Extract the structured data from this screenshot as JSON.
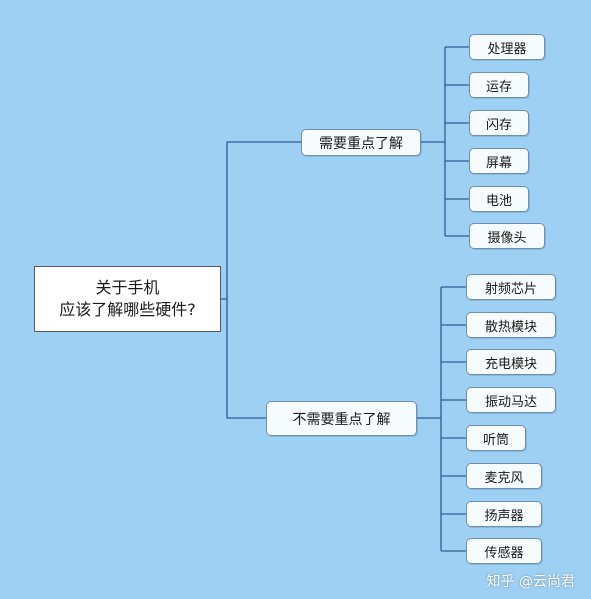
{
  "root": {
    "line1": "关于手机",
    "line2": "应该了解哪些硬件?"
  },
  "branches": [
    {
      "label": "需要重点了解",
      "items": [
        "处理器",
        "运存",
        "闪存",
        "屏幕",
        "电池",
        "摄像头"
      ]
    },
    {
      "label": "不需要重点了解",
      "items": [
        "射频芯片",
        "散热模块",
        "充电模块",
        "振动马达",
        "听筒",
        "麦克风",
        "扬声器",
        "传感器"
      ]
    }
  ],
  "watermark": "知乎 @云尚君",
  "colors": {
    "background": "#9dd0f2",
    "connector": "#2f5d99"
  }
}
